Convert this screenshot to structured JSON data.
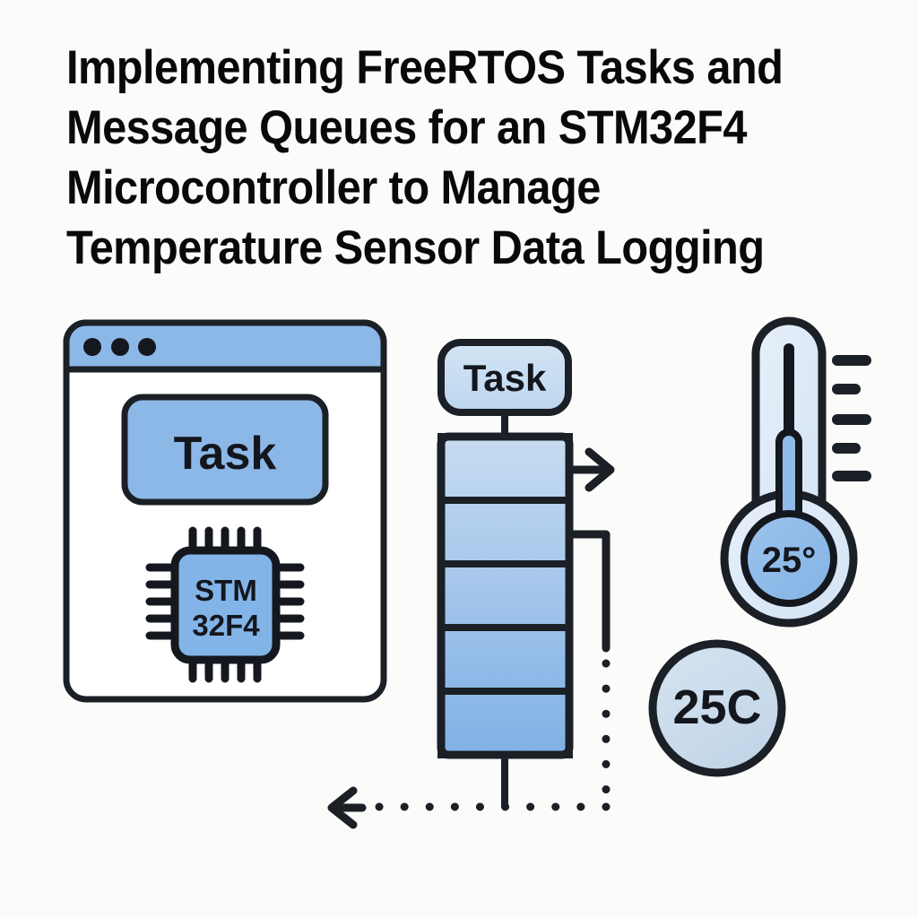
{
  "page": {
    "background_color": "#fbfbfa",
    "title": "Implementing FreeRTOS Tasks and\nMessage Queues for an STM32F4\nMicrocontroller to Manage\nTemperature Sensor Data Logging",
    "title_color": "#08090b"
  },
  "colors": {
    "outline": "#1b2026",
    "titlebar_blue": "#8cb8e8",
    "task_button_blue": "#8cb8e8",
    "task_pill_blue": "#c6dcf0",
    "chip_blue": "#82b4e8",
    "queue_top_blue": "#c3d9f1",
    "queue_bottom_blue": "#7fb2e6",
    "thermo_body_light": "#dfeaf7",
    "thermo_bulb_blue": "#8fbce9",
    "badge_fill": "#ccdced",
    "window_fill": "#ffffff"
  },
  "window_panel": {
    "name": "application-window",
    "titlebar": {
      "dots": [
        "dot-1",
        "dot-2",
        "dot-3"
      ]
    },
    "task_button_label": "Task",
    "chip": {
      "line1": "STM",
      "line2": "32F4",
      "pins_per_side": 5
    }
  },
  "queue_diagram": {
    "task_pill_label": "Task",
    "slot_count": 5,
    "slots": [
      {
        "index": 0,
        "shade": "#c3d9f1"
      },
      {
        "index": 1,
        "shade": "#b4cfed"
      },
      {
        "index": 2,
        "shade": "#a6c6ea"
      },
      {
        "index": 3,
        "shade": "#93bce8"
      },
      {
        "index": 4,
        "shade": "#85b4e6"
      }
    ],
    "out_arrow": "arrow-right",
    "feedback_arrow": "arrow-left-dotted"
  },
  "thermometer": {
    "reading_label": "25°",
    "tick_count": 5,
    "ticks": [
      "long",
      "short",
      "long",
      "short",
      "long"
    ]
  },
  "temperature_badge": {
    "label": "25C"
  }
}
